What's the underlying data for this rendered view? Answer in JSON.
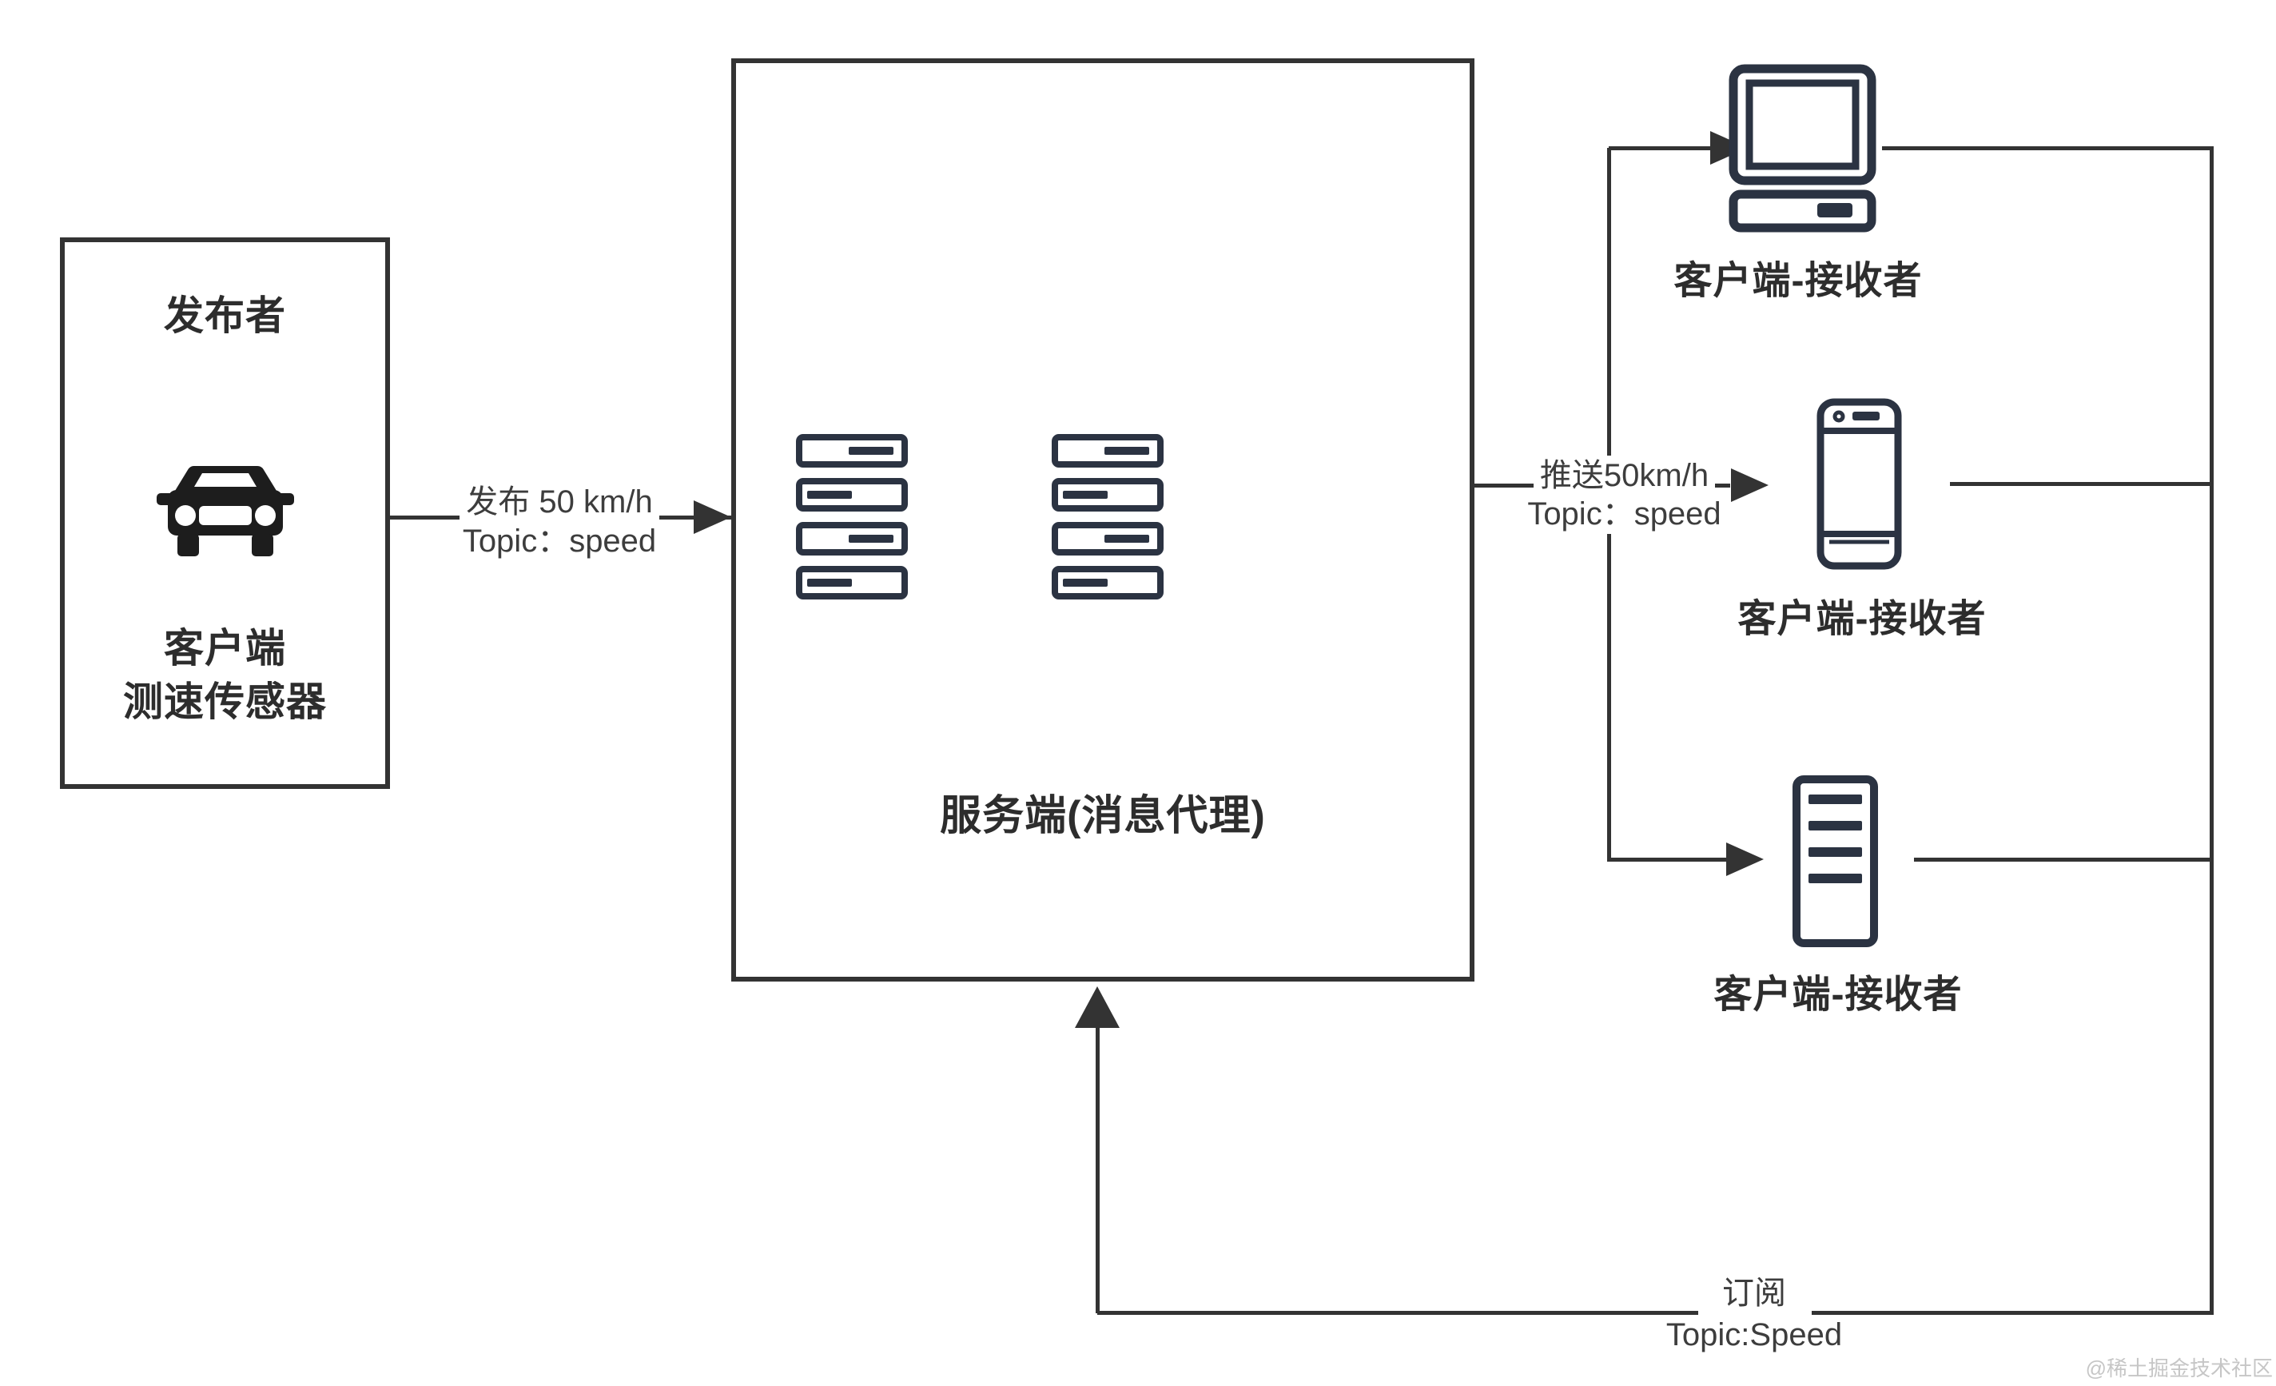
{
  "publisher": {
    "title": "发布者",
    "line1": "客户端",
    "line2": "测速传感器"
  },
  "broker": {
    "title": "服务端(消息代理)"
  },
  "receivers": [
    {
      "label": "客户端-接收者"
    },
    {
      "label": "客户端-接收者"
    },
    {
      "label": "客户端-接收者"
    }
  ],
  "annotations": {
    "publish_line1": "发布 50 km/h",
    "publish_line2": "Topic：speed",
    "push_line1": "推送50km/h",
    "push_line2": "Topic：speed",
    "subscribe_line1": "订阅",
    "subscribe_line2": "Topic:Speed"
  },
  "watermark": "@稀土掘金技术社区",
  "colors": {
    "line": "#333333",
    "icon": "#2b3342",
    "label_text": "#2d2d2d",
    "annotation_text": "#3d3d3d",
    "watermark_text": "#c6c6c6"
  }
}
